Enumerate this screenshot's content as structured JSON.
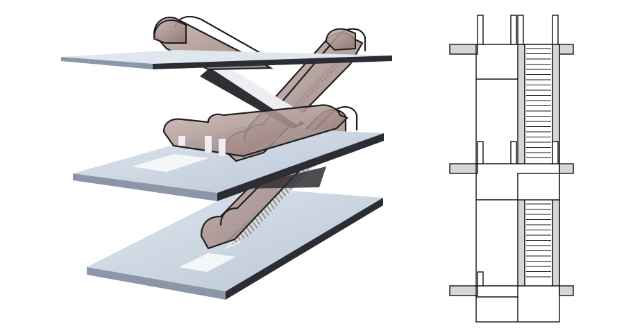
{
  "figure": {
    "background": "#ffffff",
    "panels": [
      {
        "kind": "isometric-view",
        "floors": 3,
        "escalators": 4,
        "arrangement": "crisscross"
      },
      {
        "kind": "section-view",
        "floors": 3,
        "escalator_flights": 2
      }
    ],
    "colors": {
      "slab_top": "#c9d4e1",
      "slab_edge": "#2c2c34",
      "truss": "#ededf2",
      "truss_shadow": "#2f2f33",
      "balustrade_glass": "#a98f8c",
      "handrail": "#1e1e1e",
      "steps": "#9ea0a6",
      "section_fill": "#d6d6d6",
      "line": "#111111"
    }
  }
}
